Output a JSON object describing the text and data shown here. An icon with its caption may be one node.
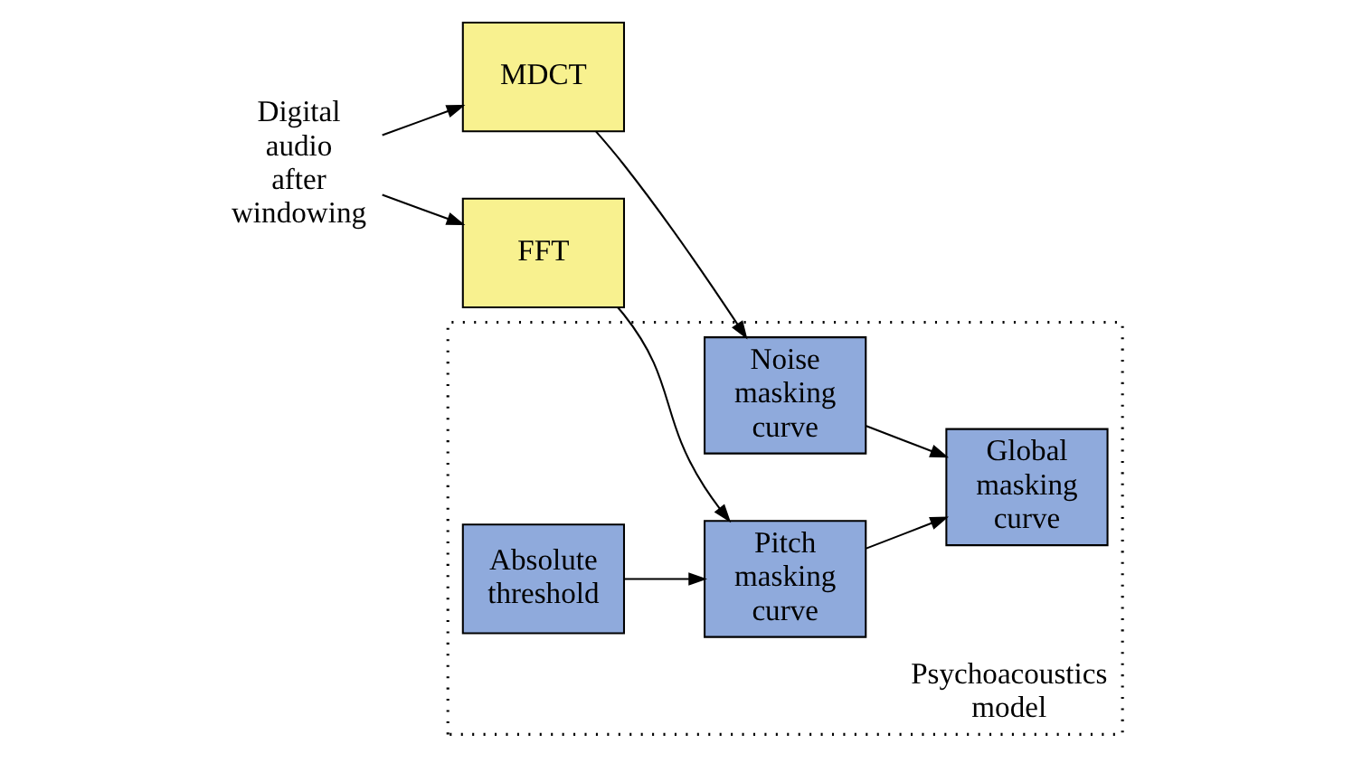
{
  "diagram": {
    "nodes": [
      {
        "text": [
          "Digital audio after windowing"
        ]
      },
      {
        "text": [
          "MDCT"
        ]
      },
      {
        "text": [
          "FFT"
        ]
      },
      {
        "text": [
          "Psychoacoustics model"
        ]
      },
      {
        "text": [
          "Noise masking curve"
        ],
        "in": 3
      },
      {
        "text": [
          "Pitch masking curve"
        ],
        "in": 3
      },
      {
        "text": [
          "Global masking curve"
        ],
        "in": 3
      },
      {
        "text": [
          "Absolute threshold"
        ],
        "in": 3
      }
    ],
    "edges": [
      {
        "from": 0,
        "to": 1,
        "arrow": "to"
      },
      {
        "from": 0,
        "to": 2,
        "arrow": "to"
      },
      {
        "from": 1,
        "to": 4,
        "arrow": "to"
      },
      {
        "from": 2,
        "to": 5,
        "arrow": "to"
      },
      {
        "from": 7,
        "to": 5,
        "arrow": "to"
      },
      {
        "from": 4,
        "to": 6,
        "arrow": "to"
      },
      {
        "from": 5,
        "to": 6,
        "arrow": "to"
      }
    ]
  }
}
